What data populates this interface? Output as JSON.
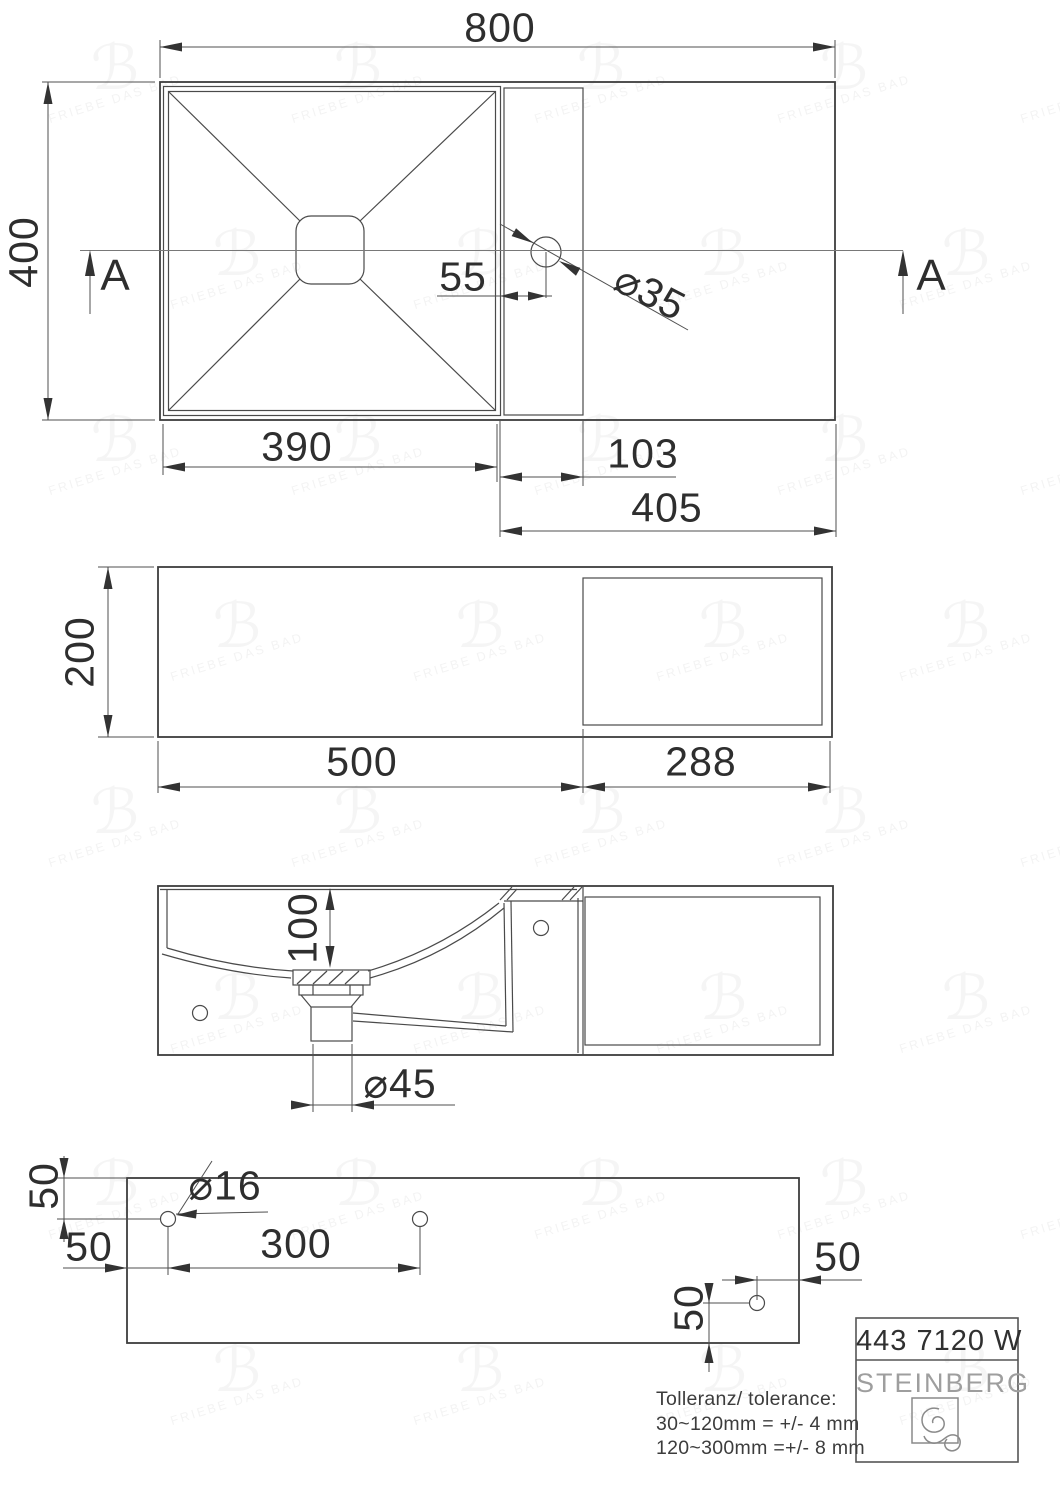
{
  "drawing": {
    "top_view": {
      "overall_width": "800",
      "overall_depth": "400",
      "section_label": "A",
      "faucet_offset": "55",
      "faucet_hole_dia": "⌀35",
      "basin_width": "390",
      "deck_width": "103",
      "right_width": "405"
    },
    "front_view": {
      "height": "200",
      "basin_section_width": "500",
      "shelf_section_width": "288"
    },
    "section_view": {
      "basin_depth": "100",
      "drain_dia": "⌀45"
    },
    "back_view": {
      "hole_top_offset": "50",
      "hole_left_offset": "50",
      "hole_spacing": "300",
      "hole_dia": "⌀16",
      "hole_right_offset": "50",
      "hole_bottom_offset": "50"
    },
    "title_block": {
      "article_number": "443 7120 W",
      "brand": "STEINBERG"
    },
    "tolerance": {
      "title": "Tolleranz/ tolerance:",
      "row1": "30~120mm = +/- 4 mm",
      "row2": "120~300mm =+/- 8 mm"
    },
    "watermark": {
      "glyph": "ℬ",
      "text": "FRIEBE DAS BAD"
    }
  }
}
